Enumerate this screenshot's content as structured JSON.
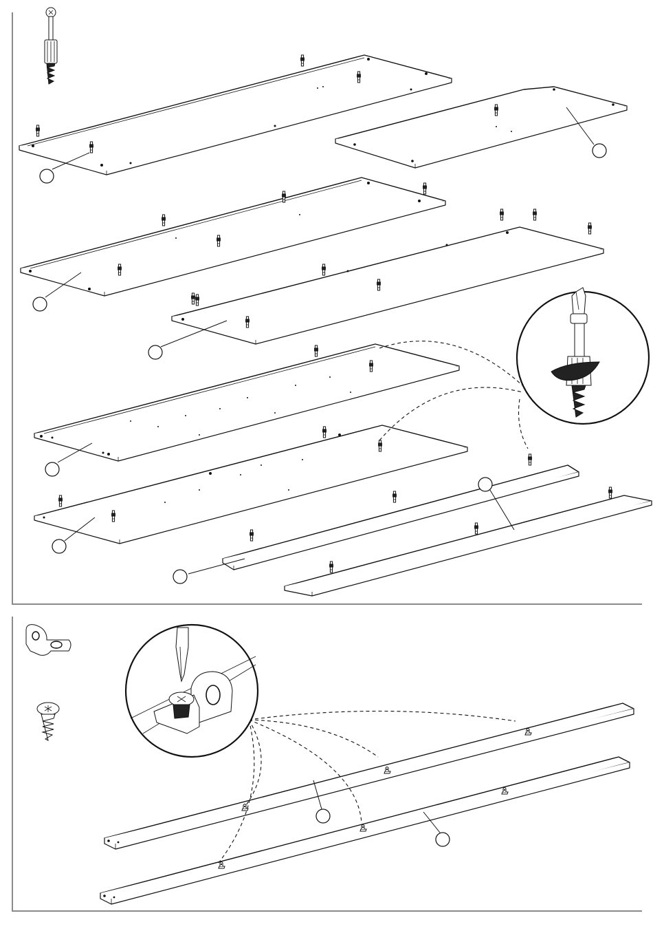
{
  "step1": {
    "hardware": [
      "cam-dowel-icon"
    ],
    "parts": [
      {
        "id": "panel-1"
      },
      {
        "id": "panel-2"
      },
      {
        "id": "panel-3"
      },
      {
        "id": "panel-4"
      },
      {
        "id": "panel-5"
      },
      {
        "id": "panel-6"
      },
      {
        "id": "rail-1"
      },
      {
        "id": "rail-2"
      }
    ],
    "detail": "screwdriver-turning-cam-dowel"
  },
  "step2": {
    "hardware": [
      "angle-bracket-icon",
      "screw-icon"
    ],
    "parts": [
      {
        "id": "long-rail-1"
      },
      {
        "id": "long-rail-2"
      }
    ],
    "detail": "screwdriver-fixing-bracket"
  },
  "colors": {
    "line": "#111111",
    "frame": "#8a8a8a",
    "background": "#ffffff"
  }
}
